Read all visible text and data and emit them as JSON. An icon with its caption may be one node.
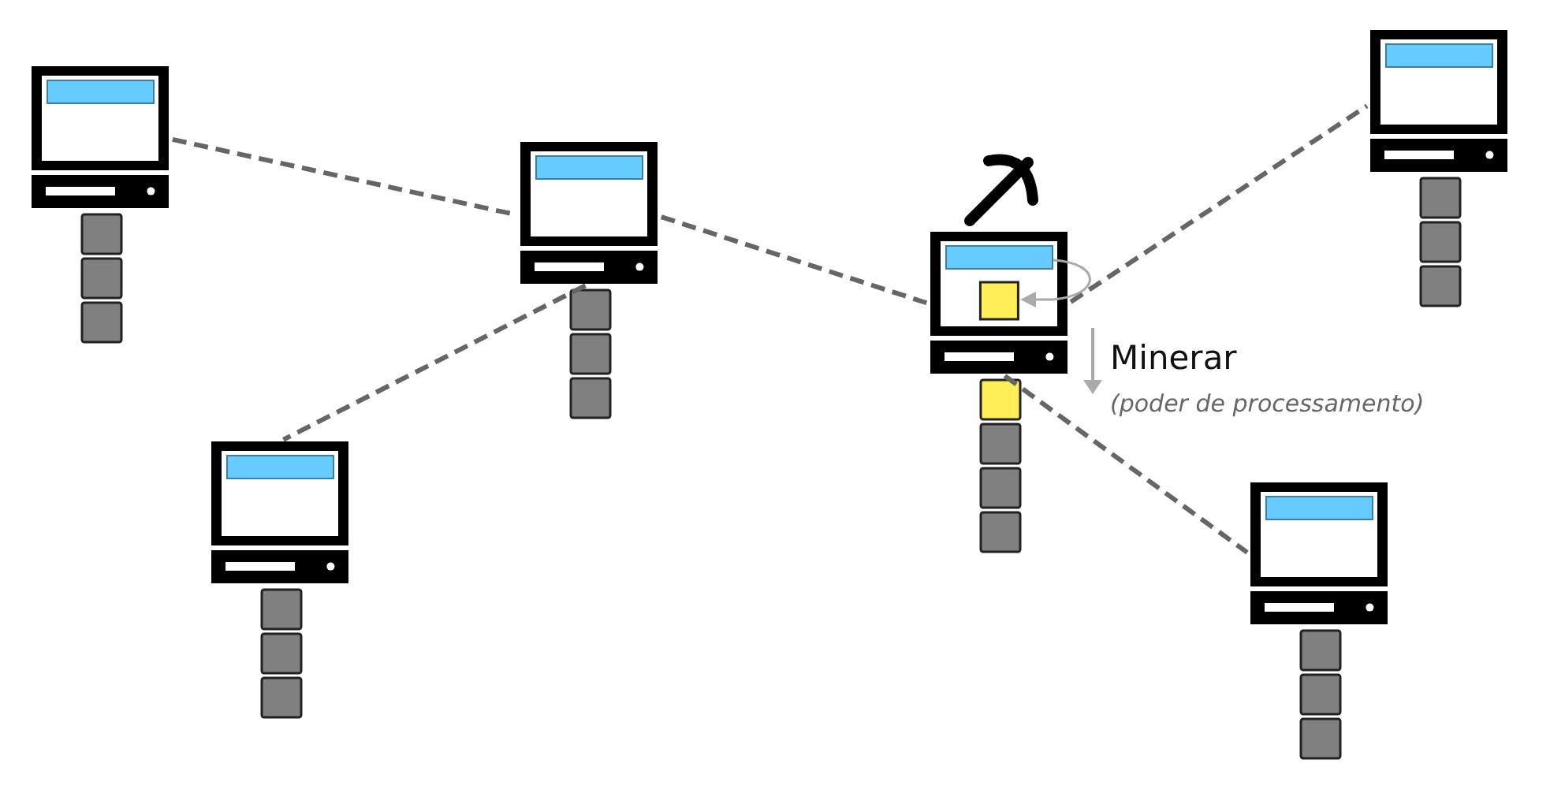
{
  "diagram": {
    "nodes": [
      {
        "text": [],
        "shape": "computer"
      },
      {
        "text": [],
        "shape": "computer"
      },
      {
        "text": [],
        "shape": "computer",
        "beside": [
          "Minerar",
          "(poder de processamento)"
        ]
      },
      {
        "text": [],
        "shape": "computer"
      },
      {
        "text": [],
        "shape": "computer"
      },
      {
        "text": [],
        "shape": "computer"
      }
    ],
    "edges": [
      {
        "from": 0,
        "to": 1,
        "arrow": "none",
        "style": "dashed"
      },
      {
        "from": 1,
        "to": 2,
        "arrow": "none",
        "style": "dashed"
      },
      {
        "from": 1,
        "to": 4,
        "arrow": "none",
        "style": "dashed"
      },
      {
        "from": 2,
        "to": 3,
        "arrow": "none",
        "style": "dashed"
      },
      {
        "from": 2,
        "to": 5,
        "arrow": "none",
        "style": "dashed"
      }
    ]
  }
}
